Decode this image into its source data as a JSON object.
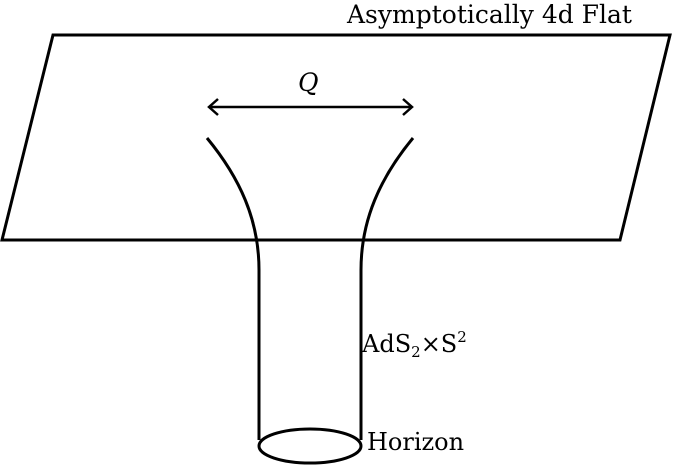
{
  "labels": {
    "plane": "Asymptotically 4d Flat",
    "charge": "Q",
    "throat_base": "AdS",
    "throat_sub": "2",
    "throat_times": "×S",
    "throat_sup": "2",
    "horizon": "Horizon"
  },
  "colors": {
    "stroke": "#000000",
    "background": "#ffffff"
  }
}
